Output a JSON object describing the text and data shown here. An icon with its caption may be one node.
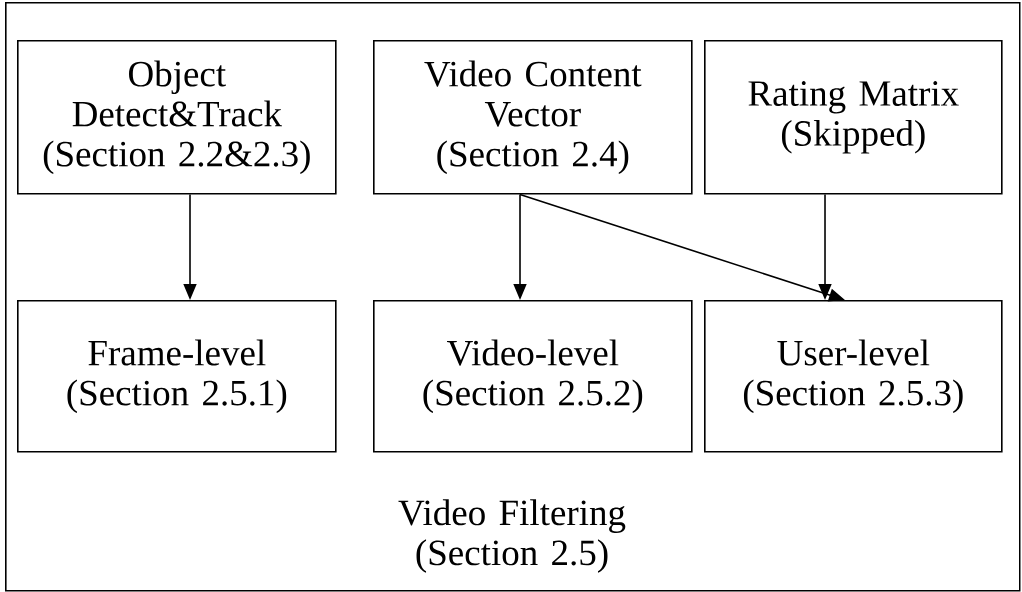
{
  "diagram": {
    "nodes": [
      {
        "text": [
          "Video Filtering (Section 2.5)"
        ]
      },
      {
        "text": [
          "Object Detect&Track",
          "(Section 2.2&2.3)"
        ],
        "in": 0
      },
      {
        "text": [
          "Video Content Vector",
          "(Section 2.4)"
        ],
        "in": 0
      },
      {
        "text": [
          "Rating Matrix",
          "(Skipped)"
        ],
        "in": 0
      },
      {
        "text": [
          "Frame-level",
          "(Section 2.5.1)"
        ],
        "in": 0
      },
      {
        "text": [
          "Video-level",
          "(Section 2.5.2)"
        ],
        "in": 0
      },
      {
        "text": [
          "User-level",
          "(Section 2.5.3)"
        ],
        "in": 0
      }
    ],
    "edges": [
      {
        "from": 1,
        "to": 4,
        "arrow": "to"
      },
      {
        "from": 2,
        "to": 5,
        "arrow": "to"
      },
      {
        "from": 2,
        "to": 6,
        "arrow": "to"
      },
      {
        "from": 3,
        "to": 6,
        "arrow": "to"
      }
    ]
  }
}
